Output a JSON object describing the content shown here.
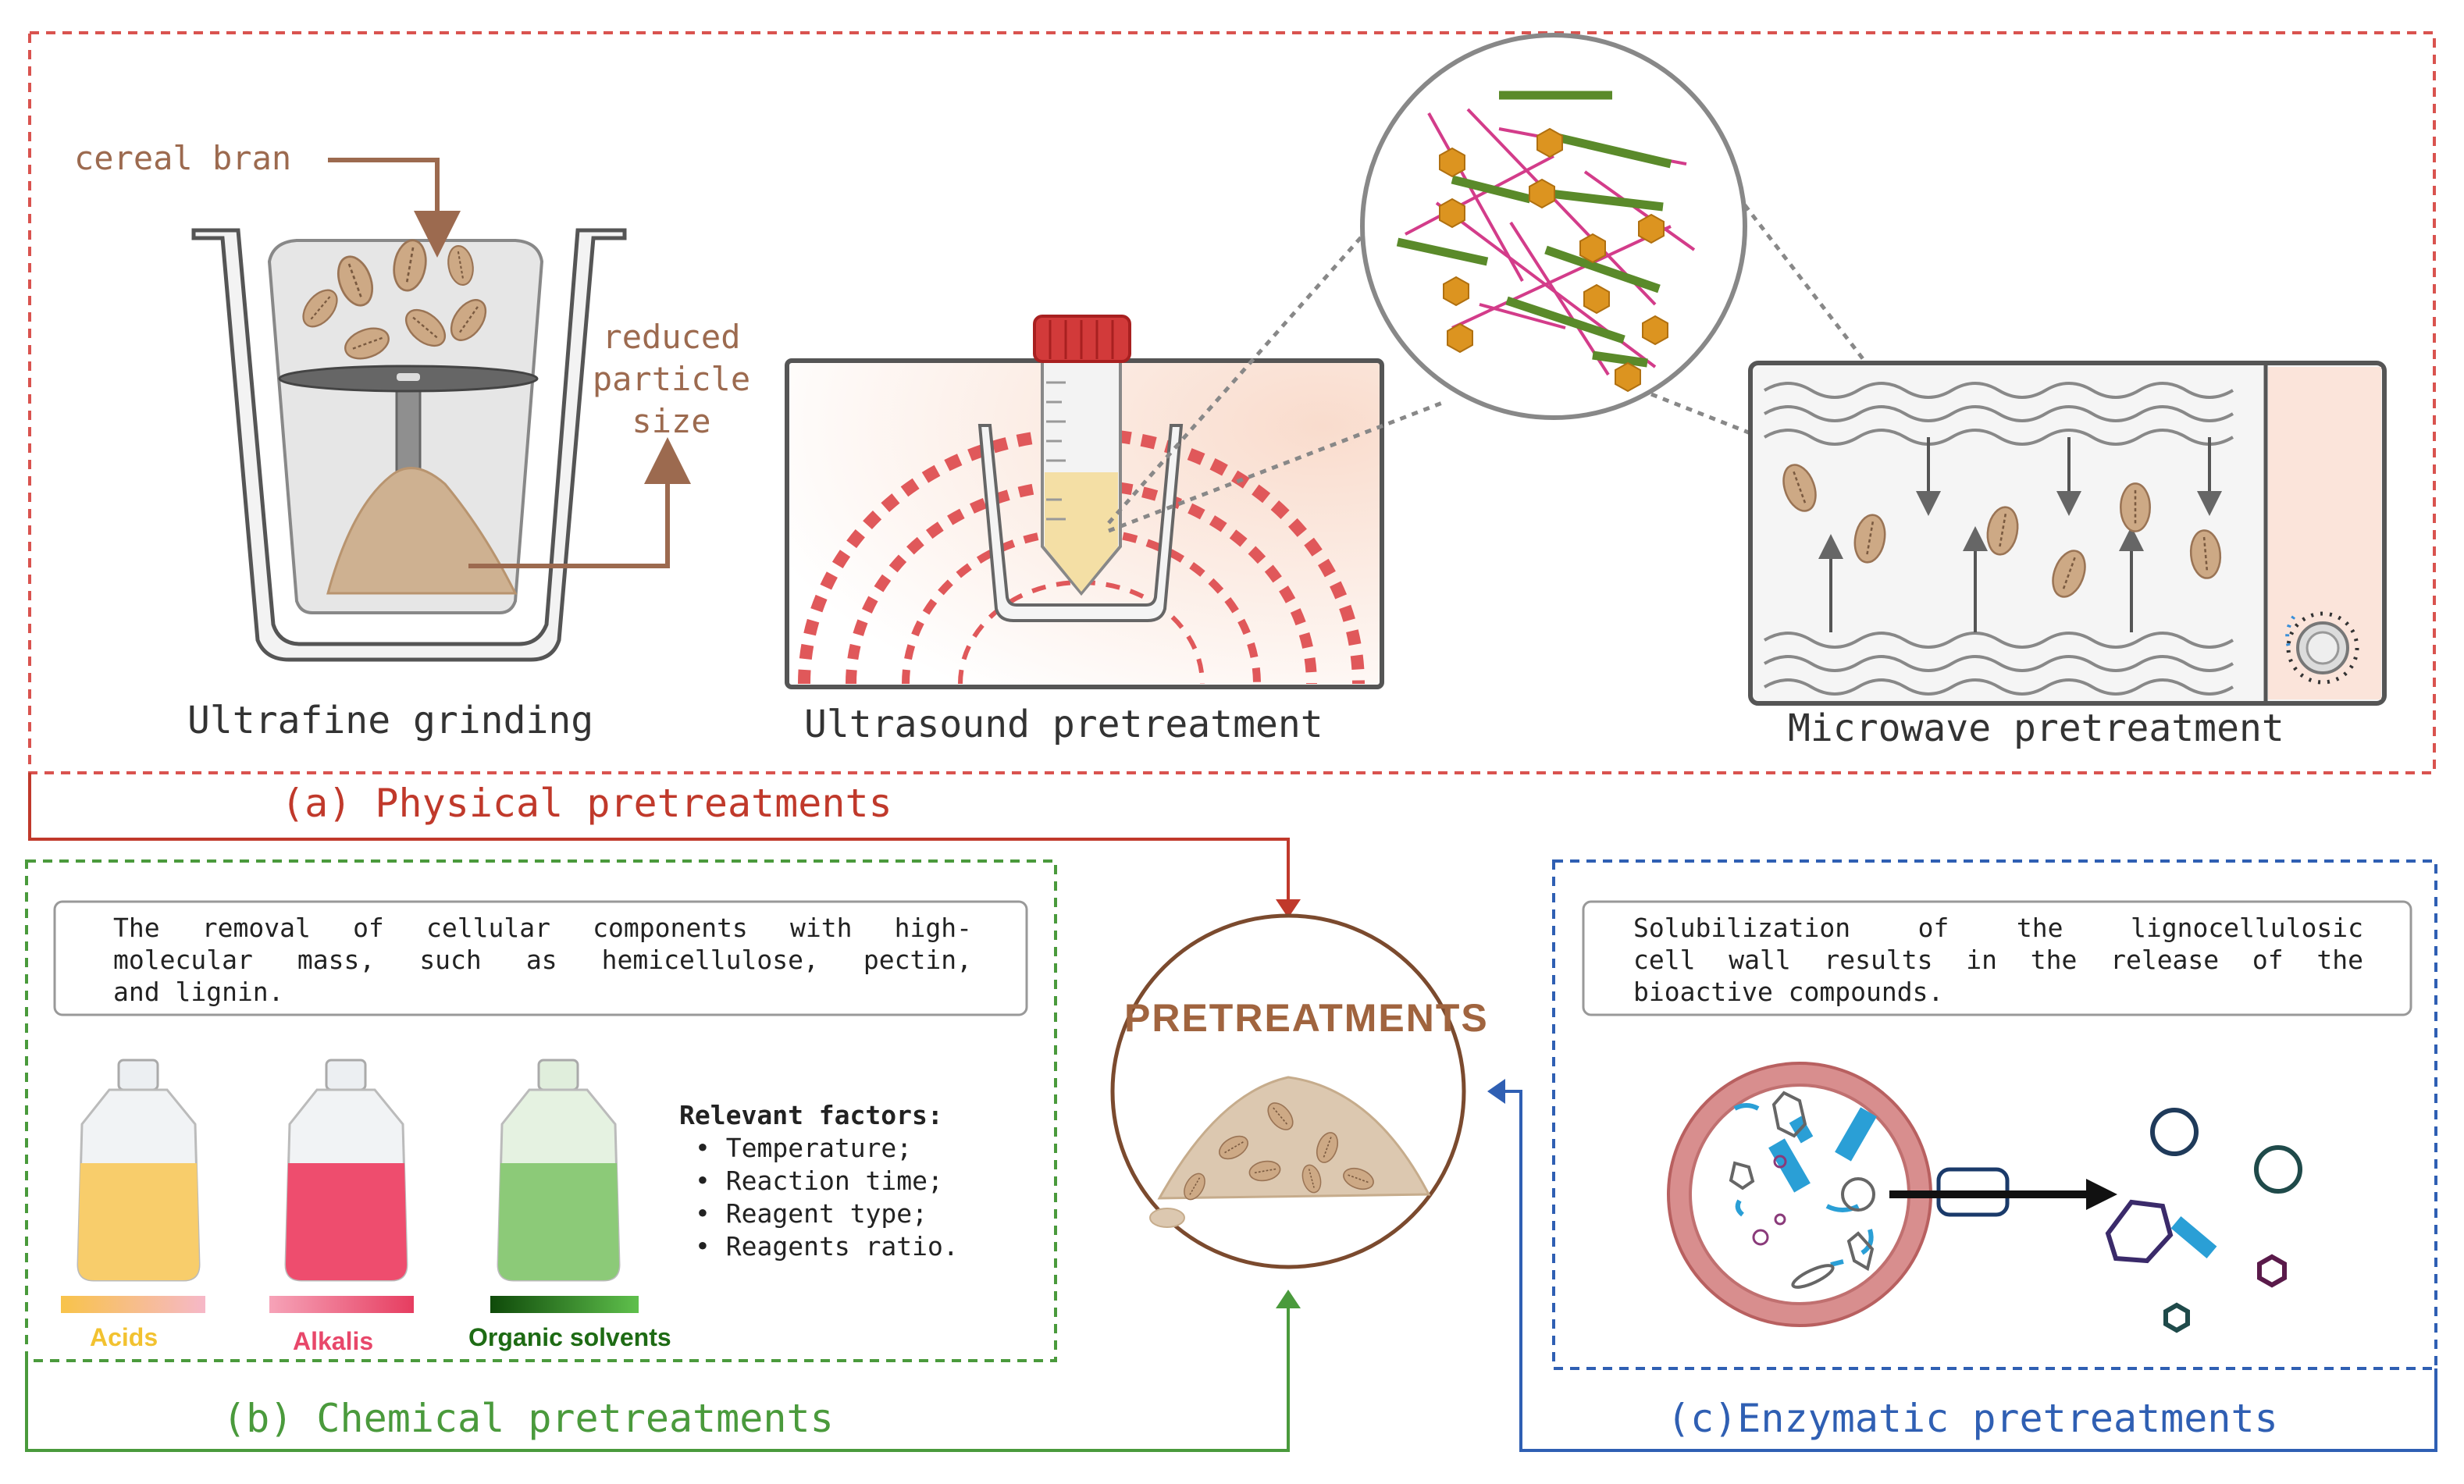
{
  "physical": {
    "section_title": "(a) Physical pretreatments",
    "cereal_bran": "cereal bran",
    "reduced_line1": "reduced",
    "reduced_line2": "particle",
    "reduced_line3": "size",
    "grinding_label": "Ultrafine grinding",
    "ultrasound_label": "Ultrasound pretreatment",
    "microwave_label": "Microwave pretreatment"
  },
  "center": {
    "title": "PRETREATMENTS"
  },
  "chemical": {
    "section_title": "(b) Chemical pretreatments",
    "description_lines": [
      "The removal of cellular components with high-",
      "molecular mass, such as hemicellulose, pectin,",
      "and lignin."
    ],
    "factors_heading": "Relevant factors:",
    "factors": [
      "Temperature;",
      "Reaction time;",
      "Reagent type;",
      "Reagents ratio."
    ],
    "reagents": [
      {
        "label": "Acids",
        "color": "#f2c230"
      },
      {
        "label": "Alkalis",
        "color": "#e8476a"
      },
      {
        "label": "Organic solvents",
        "color": "#1e6b14"
      }
    ]
  },
  "enzymatic": {
    "section_title": "(c)Enzymatic pretreatments",
    "description_lines": [
      "Solubilization of the lignocellulosic",
      "cell wall results in the release of the",
      "bioactive compounds."
    ]
  },
  "colors": {
    "physical": "#c0392b",
    "chemical": "#4a9a3c",
    "enzymatic": "#2f5fb3",
    "brown": "#9c6a4f"
  }
}
